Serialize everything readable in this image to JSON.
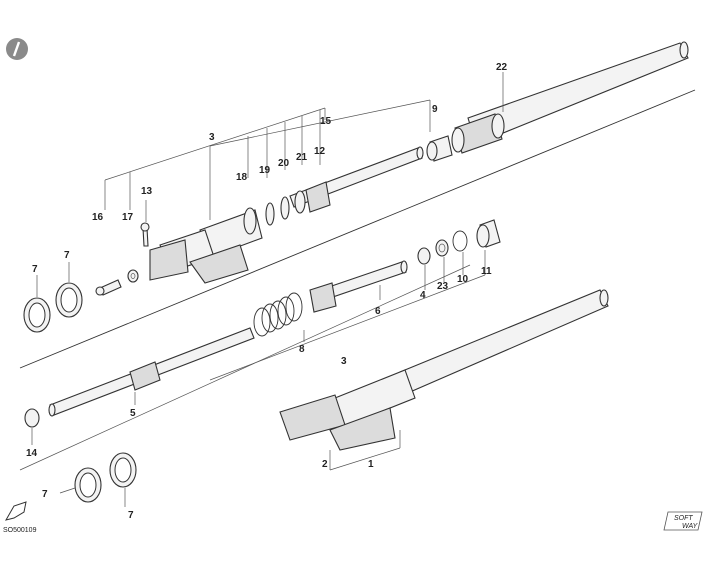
{
  "diagram_code": "SO500109",
  "logo_text_top": "SOFT",
  "logo_text_bottom": "WAY",
  "callouts": {
    "c1": "1",
    "c2": "2",
    "c3a": "3",
    "c3b": "3",
    "c4": "4",
    "c5": "5",
    "c6": "6",
    "c7a": "7",
    "c7b": "7",
    "c7c": "7",
    "c7d": "7",
    "c8": "8",
    "c9": "9",
    "c10": "10",
    "c11": "11",
    "c12": "12",
    "c13": "13",
    "c14": "14",
    "c15": "15",
    "c16": "16",
    "c17": "17",
    "c18": "18",
    "c19": "19",
    "c20": "20",
    "c21": "21",
    "c22": "22",
    "c23": "23"
  },
  "colors": {
    "line": "#333333",
    "fill": "#f3f3f3",
    "shade": "#dcdcdc"
  }
}
